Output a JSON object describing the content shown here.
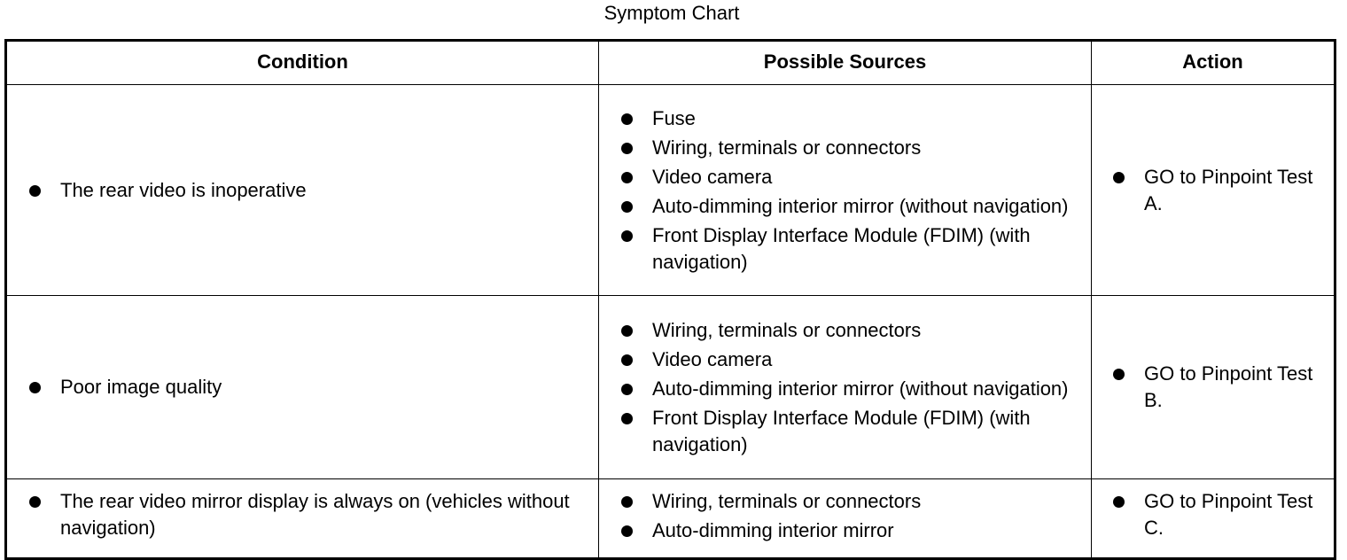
{
  "title": "Symptom Chart",
  "headers": {
    "condition": "Condition",
    "sources": "Possible Sources",
    "action": "Action"
  },
  "rows": [
    {
      "condition": "The rear video is inoperative",
      "sources": [
        "Fuse",
        "Wiring, terminals or connectors",
        "Video camera",
        "Auto-dimming interior mirror (without navigation)",
        "Front Display Interface Module (FDIM) (with navigation)"
      ],
      "action": "GO to Pinpoint Test A."
    },
    {
      "condition": "Poor image quality",
      "sources": [
        "Wiring, terminals or connectors",
        "Video camera",
        "Auto-dimming interior mirror (without navigation)",
        "Front Display Interface Module (FDIM) (with navigation)"
      ],
      "action": "GO to Pinpoint Test B."
    },
    {
      "condition": "The rear video mirror display is always on (vehicles without navigation)",
      "sources": [
        "Wiring, terminals or connectors",
        "Auto-dimming interior mirror"
      ],
      "action": "GO to Pinpoint Test C."
    }
  ]
}
